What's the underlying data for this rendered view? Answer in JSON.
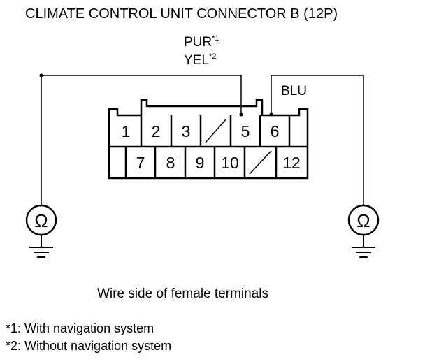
{
  "title": "CLIMATE CONTROL UNIT CONNECTOR B (12P)",
  "wire_labels": {
    "pur": {
      "text": "PUR",
      "note": "*1"
    },
    "yel": {
      "text": "YEL",
      "note": "*2"
    },
    "blu": {
      "text": "BLU"
    }
  },
  "connector": {
    "top_row": [
      "1",
      "2",
      "3",
      "",
      "5",
      "6",
      ""
    ],
    "bottom_row": [
      "",
      "7",
      "8",
      "9",
      "10",
      "",
      "12"
    ]
  },
  "meters": {
    "symbol": "Ω"
  },
  "caption": "Wire side of female terminals",
  "notes": [
    "*1: With navigation system",
    "*2: Without navigation system"
  ]
}
